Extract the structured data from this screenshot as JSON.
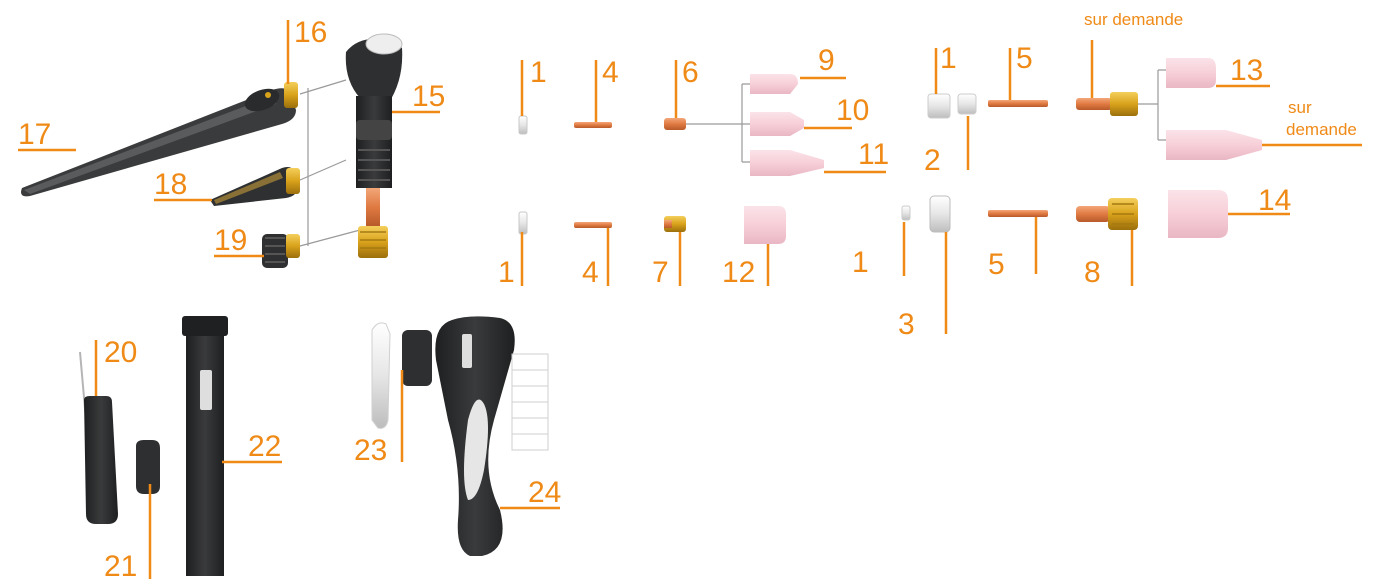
{
  "colors": {
    "accent": "#ef8a17",
    "handle": "#2e2f30",
    "copper": "#e07a42",
    "brass": "#d9a21b",
    "ceramic": "#f7cfd8",
    "insulator": "#eeeeee"
  },
  "labels": {
    "l1a": "1",
    "l1b": "1",
    "l1c": "1",
    "l1d": "1",
    "l2": "2",
    "l3": "3",
    "l4a": "4",
    "l4b": "4",
    "l5a": "5",
    "l5b": "5",
    "l6": "6",
    "l7": "7",
    "l8": "8",
    "l9": "9",
    "l10": "10",
    "l11": "11",
    "l12": "12",
    "l13": "13",
    "l14": "14",
    "l15": "15",
    "l16": "16",
    "l17": "17",
    "l18": "18",
    "l19": "19",
    "l20": "20",
    "l21": "21",
    "l22": "22",
    "l23": "23",
    "l24": "24"
  },
  "notes": {
    "top": "sur demande",
    "side_line1": "sur",
    "side_line2": "demande"
  },
  "icons": [
    "torch-back-cap-long-icon",
    "torch-back-cap-medium-icon",
    "torch-back-cap-short-icon",
    "torch-head-icon",
    "electrode-icon",
    "collet-icon",
    "collet-body-icon",
    "gas-lens-icon",
    "ceramic-nozzle-icon",
    "insulator-icon",
    "handle-icon",
    "switch-icon"
  ]
}
